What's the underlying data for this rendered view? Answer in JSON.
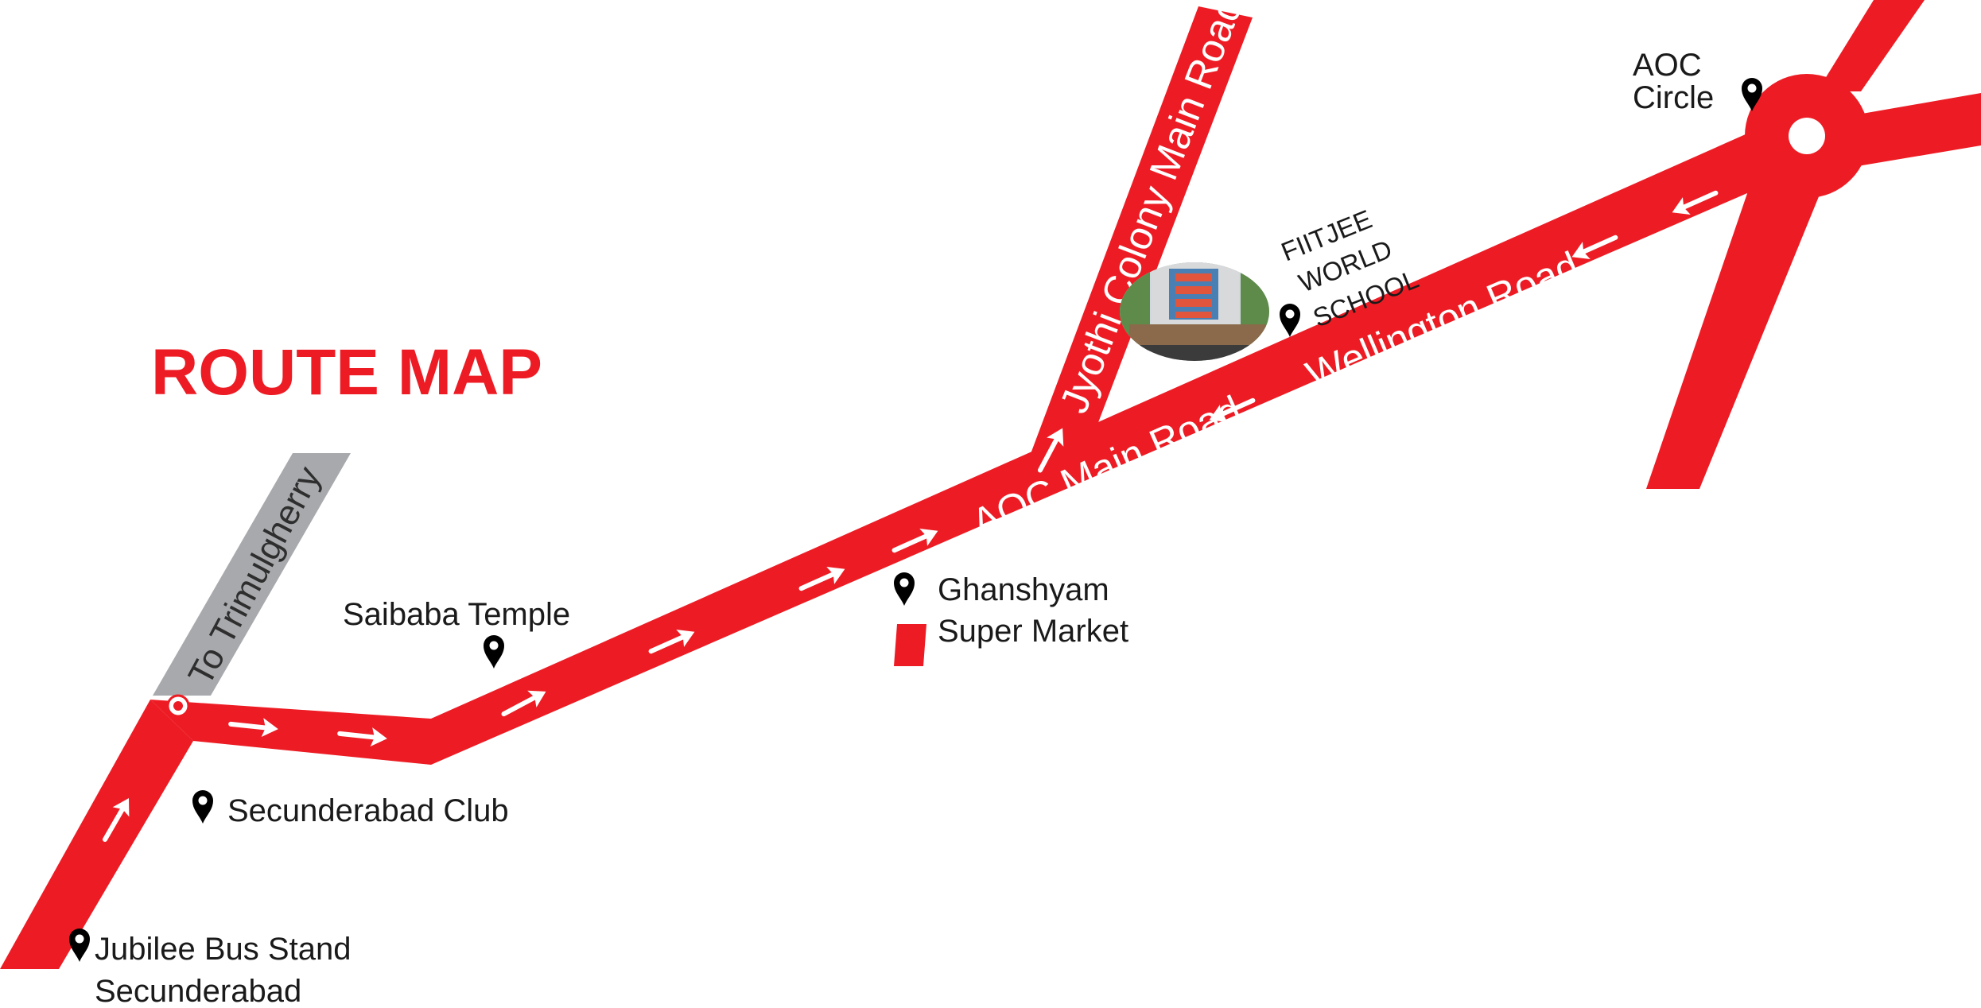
{
  "title": "ROUTE MAP",
  "colors": {
    "road": "#ed1c24",
    "side_road": "#a7a9ac",
    "title": "#ed1c24",
    "pin": "#000000",
    "arrow": "#ffffff"
  },
  "roads": {
    "aoc_main": "AOC Main Road",
    "wellington": "Wellington Road",
    "jyothi": "Jyothi Colony Main Road",
    "trimulgherry": "To Trimulgherry"
  },
  "places": {
    "aoc_circle": [
      "AOC",
      "Circle"
    ],
    "saibaba": "Saibaba Temple",
    "ghanshyam": [
      "Ghanshyam",
      "Super Market"
    ],
    "secunderabad_club": "Secunderabad Club",
    "jubilee": [
      "Jubilee Bus Stand",
      "Secunderabad"
    ],
    "school": [
      "FIITJEE",
      "WORLD",
      "SCHOOL"
    ]
  },
  "icons": {
    "pin": "map-pin-icon",
    "arrow": "direction-arrow-icon",
    "circle": "roundabout-icon"
  }
}
